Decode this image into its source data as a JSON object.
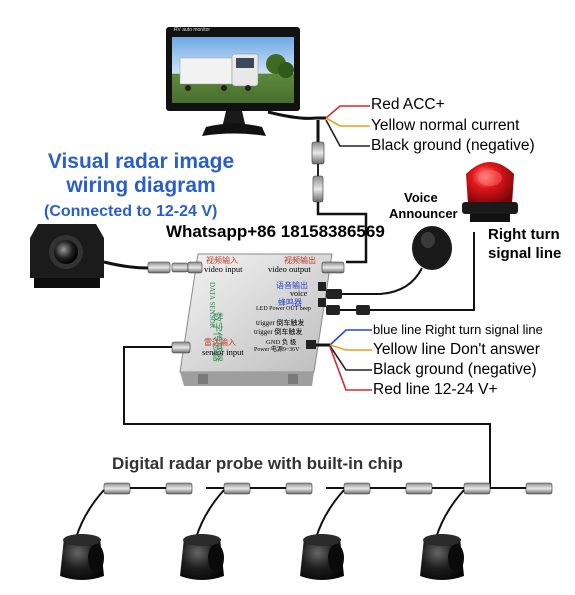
{
  "title": {
    "line1": "Visual radar image",
    "line2": "wiring diagram",
    "subtitle": "(Connected to 12-24 V)"
  },
  "watermark": "Whatsapp+86 18158386569",
  "monitor": {
    "brand": "RV auto monitor"
  },
  "monitor_wires": [
    {
      "label": "Red ACC+",
      "color": "#d42a2a"
    },
    {
      "label": "Yellow normal current",
      "color": "#e8a21a"
    },
    {
      "label": "Black ground (negative)",
      "color": "#222222"
    }
  ],
  "voice": {
    "label_line1": "Voice",
    "label_line2": "Announcer"
  },
  "signal": {
    "label_line1": "Right turn",
    "label_line2": "signal line"
  },
  "box": {
    "video_input_cn": "视频输入",
    "video_input_en": "video input",
    "video_output_cn": "视频输出",
    "video_output_en": "video output",
    "voice_cn": "语音输出",
    "voice_en": "voice",
    "beep_cn": "蜂鸣器",
    "beep_en": "LED Power OUT beep",
    "brand_cn": "数字传感器",
    "brand_en": "DATA SENSOR",
    "radar_cn": "雷达输入",
    "radar_en": "seneor input",
    "trigger1": "trigger 倒车触发",
    "trigger2": "trigger 倒车触发",
    "gnd": "GND 负 极",
    "power": "Power 电源9~36V"
  },
  "box_wires": [
    {
      "label": "blue line  Right turn signal line",
      "color": "#2a47c8"
    },
    {
      "label": "Yellow line   Don't answer",
      "color": "#e8a21a"
    },
    {
      "label": "Black ground (negative)",
      "color": "#222222"
    },
    {
      "label": "Red line 12-24 V+",
      "color": "#d42a2a"
    }
  ],
  "probe_caption": "Digital radar probe with built-in chip",
  "probes": [
    {
      "id": 1
    },
    {
      "id": 2
    },
    {
      "id": 3
    },
    {
      "id": 4
    }
  ]
}
